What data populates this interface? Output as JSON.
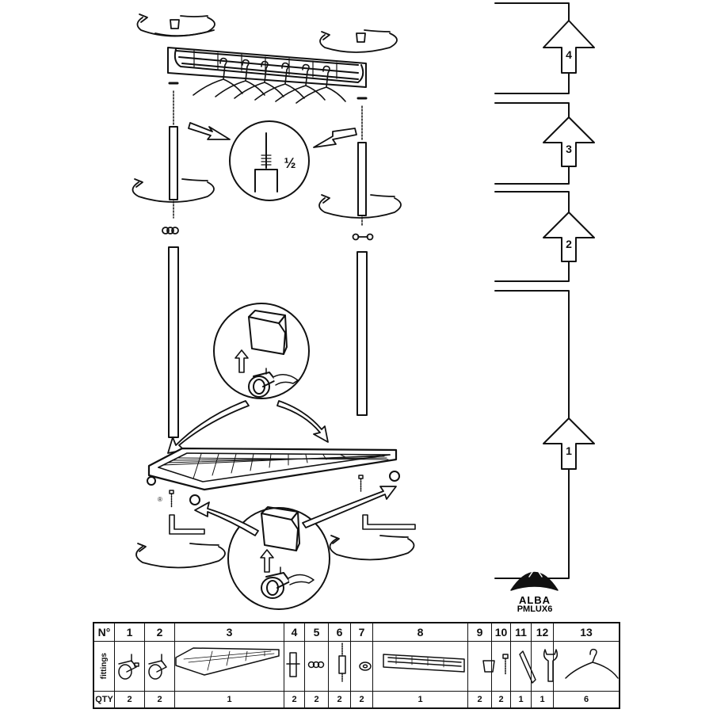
{
  "steps": [
    {
      "number": "4"
    },
    {
      "number": "3"
    },
    {
      "number": "2"
    },
    {
      "number": "1"
    }
  ],
  "detail_fraction": "½",
  "brand": {
    "name": "ALBA",
    "model": "PMLUX6"
  },
  "parts_table": {
    "no_label": "N°",
    "fittings_label": "fittings",
    "qty_label": "QTY",
    "parts": [
      {
        "no": "1",
        "qty": "2",
        "icon": "locking-caster-icon"
      },
      {
        "no": "2",
        "qty": "2",
        "icon": "caster-icon"
      },
      {
        "no": "3",
        "qty": "1",
        "icon": "base-shelf-icon"
      },
      {
        "no": "4",
        "qty": "2",
        "icon": "tube-connector-icon"
      },
      {
        "no": "5",
        "qty": "2",
        "icon": "coupling-icon"
      },
      {
        "no": "6",
        "qty": "2",
        "icon": "threaded-rod-icon"
      },
      {
        "no": "7",
        "qty": "2",
        "icon": "washer-icon"
      },
      {
        "no": "8",
        "qty": "1",
        "icon": "top-rail-icon"
      },
      {
        "no": "9",
        "qty": "2",
        "icon": "end-cap-icon"
      },
      {
        "no": "10",
        "qty": "2",
        "icon": "bolt-icon"
      },
      {
        "no": "11",
        "qty": "1",
        "icon": "allen-key-icon"
      },
      {
        "no": "12",
        "qty": "1",
        "icon": "spanner-icon"
      },
      {
        "no": "13",
        "qty": "6",
        "icon": "hanger-icon"
      }
    ]
  }
}
